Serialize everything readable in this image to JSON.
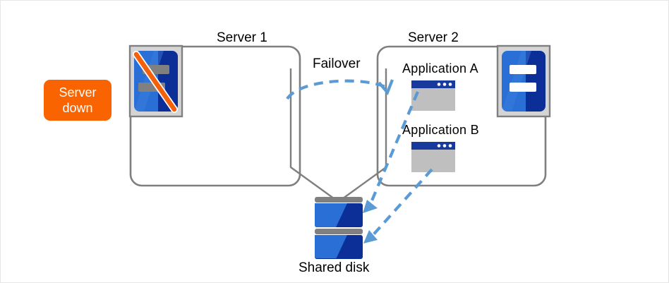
{
  "diagram": {
    "title_server1": "Server 1",
    "title_server2": "Server 2",
    "failover_label": "Failover",
    "shared_disk_label": "Shared disk",
    "app_a_label": "Application  A",
    "app_b_label": "Application  B",
    "status_badge": {
      "line1": "Server",
      "line2": "down"
    },
    "icons": {
      "server1": "server-down-icon",
      "server2": "server-ok-icon",
      "app_a": "app-window-icon",
      "app_b": "app-window-icon",
      "shared_disk": "disk-stack-icon",
      "failover_arrow": "curved-dashed-arrow-icon",
      "data-link-a": "dashed-arrow-icon",
      "data-link-b": "dashed-arrow-icon"
    },
    "colors": {
      "accent_orange": "#fa6400",
      "arrow_blue": "#5b9bd5",
      "server_blue_light": "#2a6fd6",
      "server_blue_dark": "#0b2f96",
      "titlebar_blue": "#173a9c",
      "box_border_gray": "#7f7f7f",
      "icon_bg_gray": "#d4d4d4",
      "bar_gray": "#808080",
      "window_body_gray": "#bfbfbf"
    }
  }
}
